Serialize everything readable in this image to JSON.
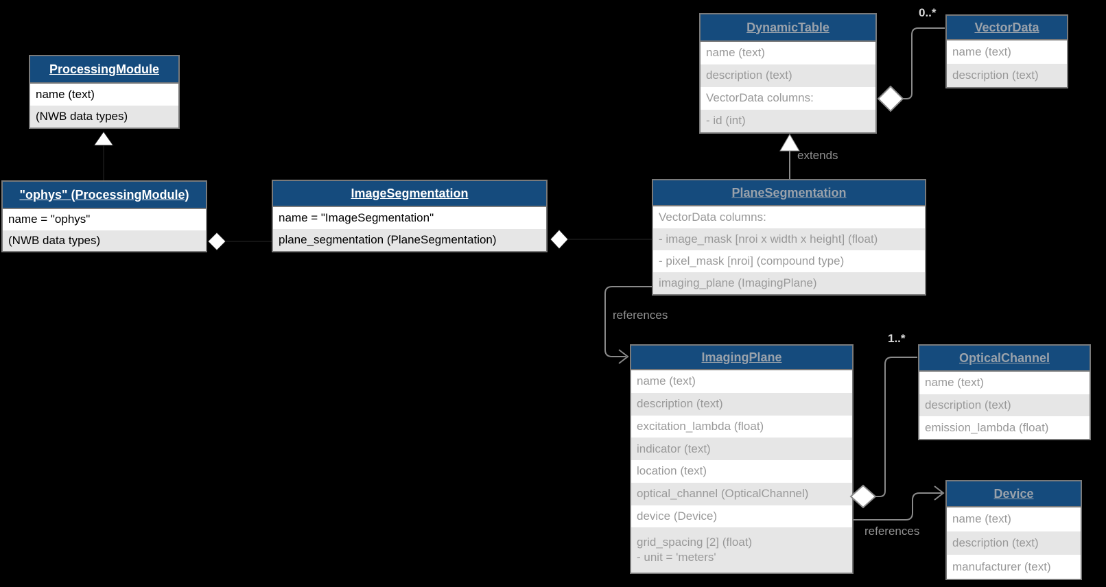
{
  "diagram": {
    "title_semantic": "NWB optical physiology (ophys) UML class diagram",
    "colors": {
      "background": "#000000",
      "header_fill": "#154b7d",
      "row_white": "#ffffff",
      "row_gray": "#e6e6e6",
      "box_border": "#7a7a7a",
      "black_text": "#000000",
      "faded_text": "#999999",
      "connector_gray": "#8a8a8a",
      "edge_label": "#919191",
      "multiplicity_text": "#d9d9d9",
      "uml_marker_fill": "#ffffff"
    },
    "classes": {
      "processing_module": {
        "title": "ProcessingModule",
        "rows": [
          "name (text)",
          "(NWB data types)"
        ]
      },
      "ophys": {
        "title": "\"ophys\" (ProcessingModule)",
        "rows": [
          "name = \"ophys\"",
          "(NWB data types)"
        ]
      },
      "image_segmentation": {
        "title": "ImageSegmentation",
        "rows": [
          "name = \"ImageSegmentation\"",
          "plane_segmentation (PlaneSegmentation)"
        ]
      },
      "dynamic_table": {
        "title": "DynamicTable",
        "rows": [
          "name (text)",
          "description (text)",
          "VectorData columns:",
          "- id (int)"
        ]
      },
      "vector_data": {
        "title": "VectorData",
        "rows": [
          "name (text)",
          "description (text)"
        ]
      },
      "plane_segmentation": {
        "title": "PlaneSegmentation",
        "rows": [
          "VectorData columns:",
          "- image_mask [nroi x width x height] (float)",
          "- pixel_mask [nroi] (compound type)",
          "imaging_plane (ImagingPlane)"
        ]
      },
      "imaging_plane": {
        "title": "ImagingPlane",
        "rows": [
          "name (text)",
          "description (text)",
          "excitation_lambda (float)",
          "indicator (text)",
          "location (text)",
          "optical_channel (OpticalChannel)",
          "device (Device)",
          "grid_spacing [2] (float)\n- unit = 'meters'"
        ]
      },
      "optical_channel": {
        "title": "OpticalChannel",
        "rows": [
          "name (text)",
          "description (text)",
          "emission_lambda (float)"
        ]
      },
      "device": {
        "title": "Device",
        "rows": [
          "name (text)",
          "description (text)",
          "manufacturer (text)"
        ]
      }
    },
    "labels": {
      "extends": "extends",
      "references_imaging_plane": "references",
      "references_device": "references",
      "multiplicity_vector_data": "0..*",
      "multiplicity_optical_channel": "1..*"
    }
  }
}
